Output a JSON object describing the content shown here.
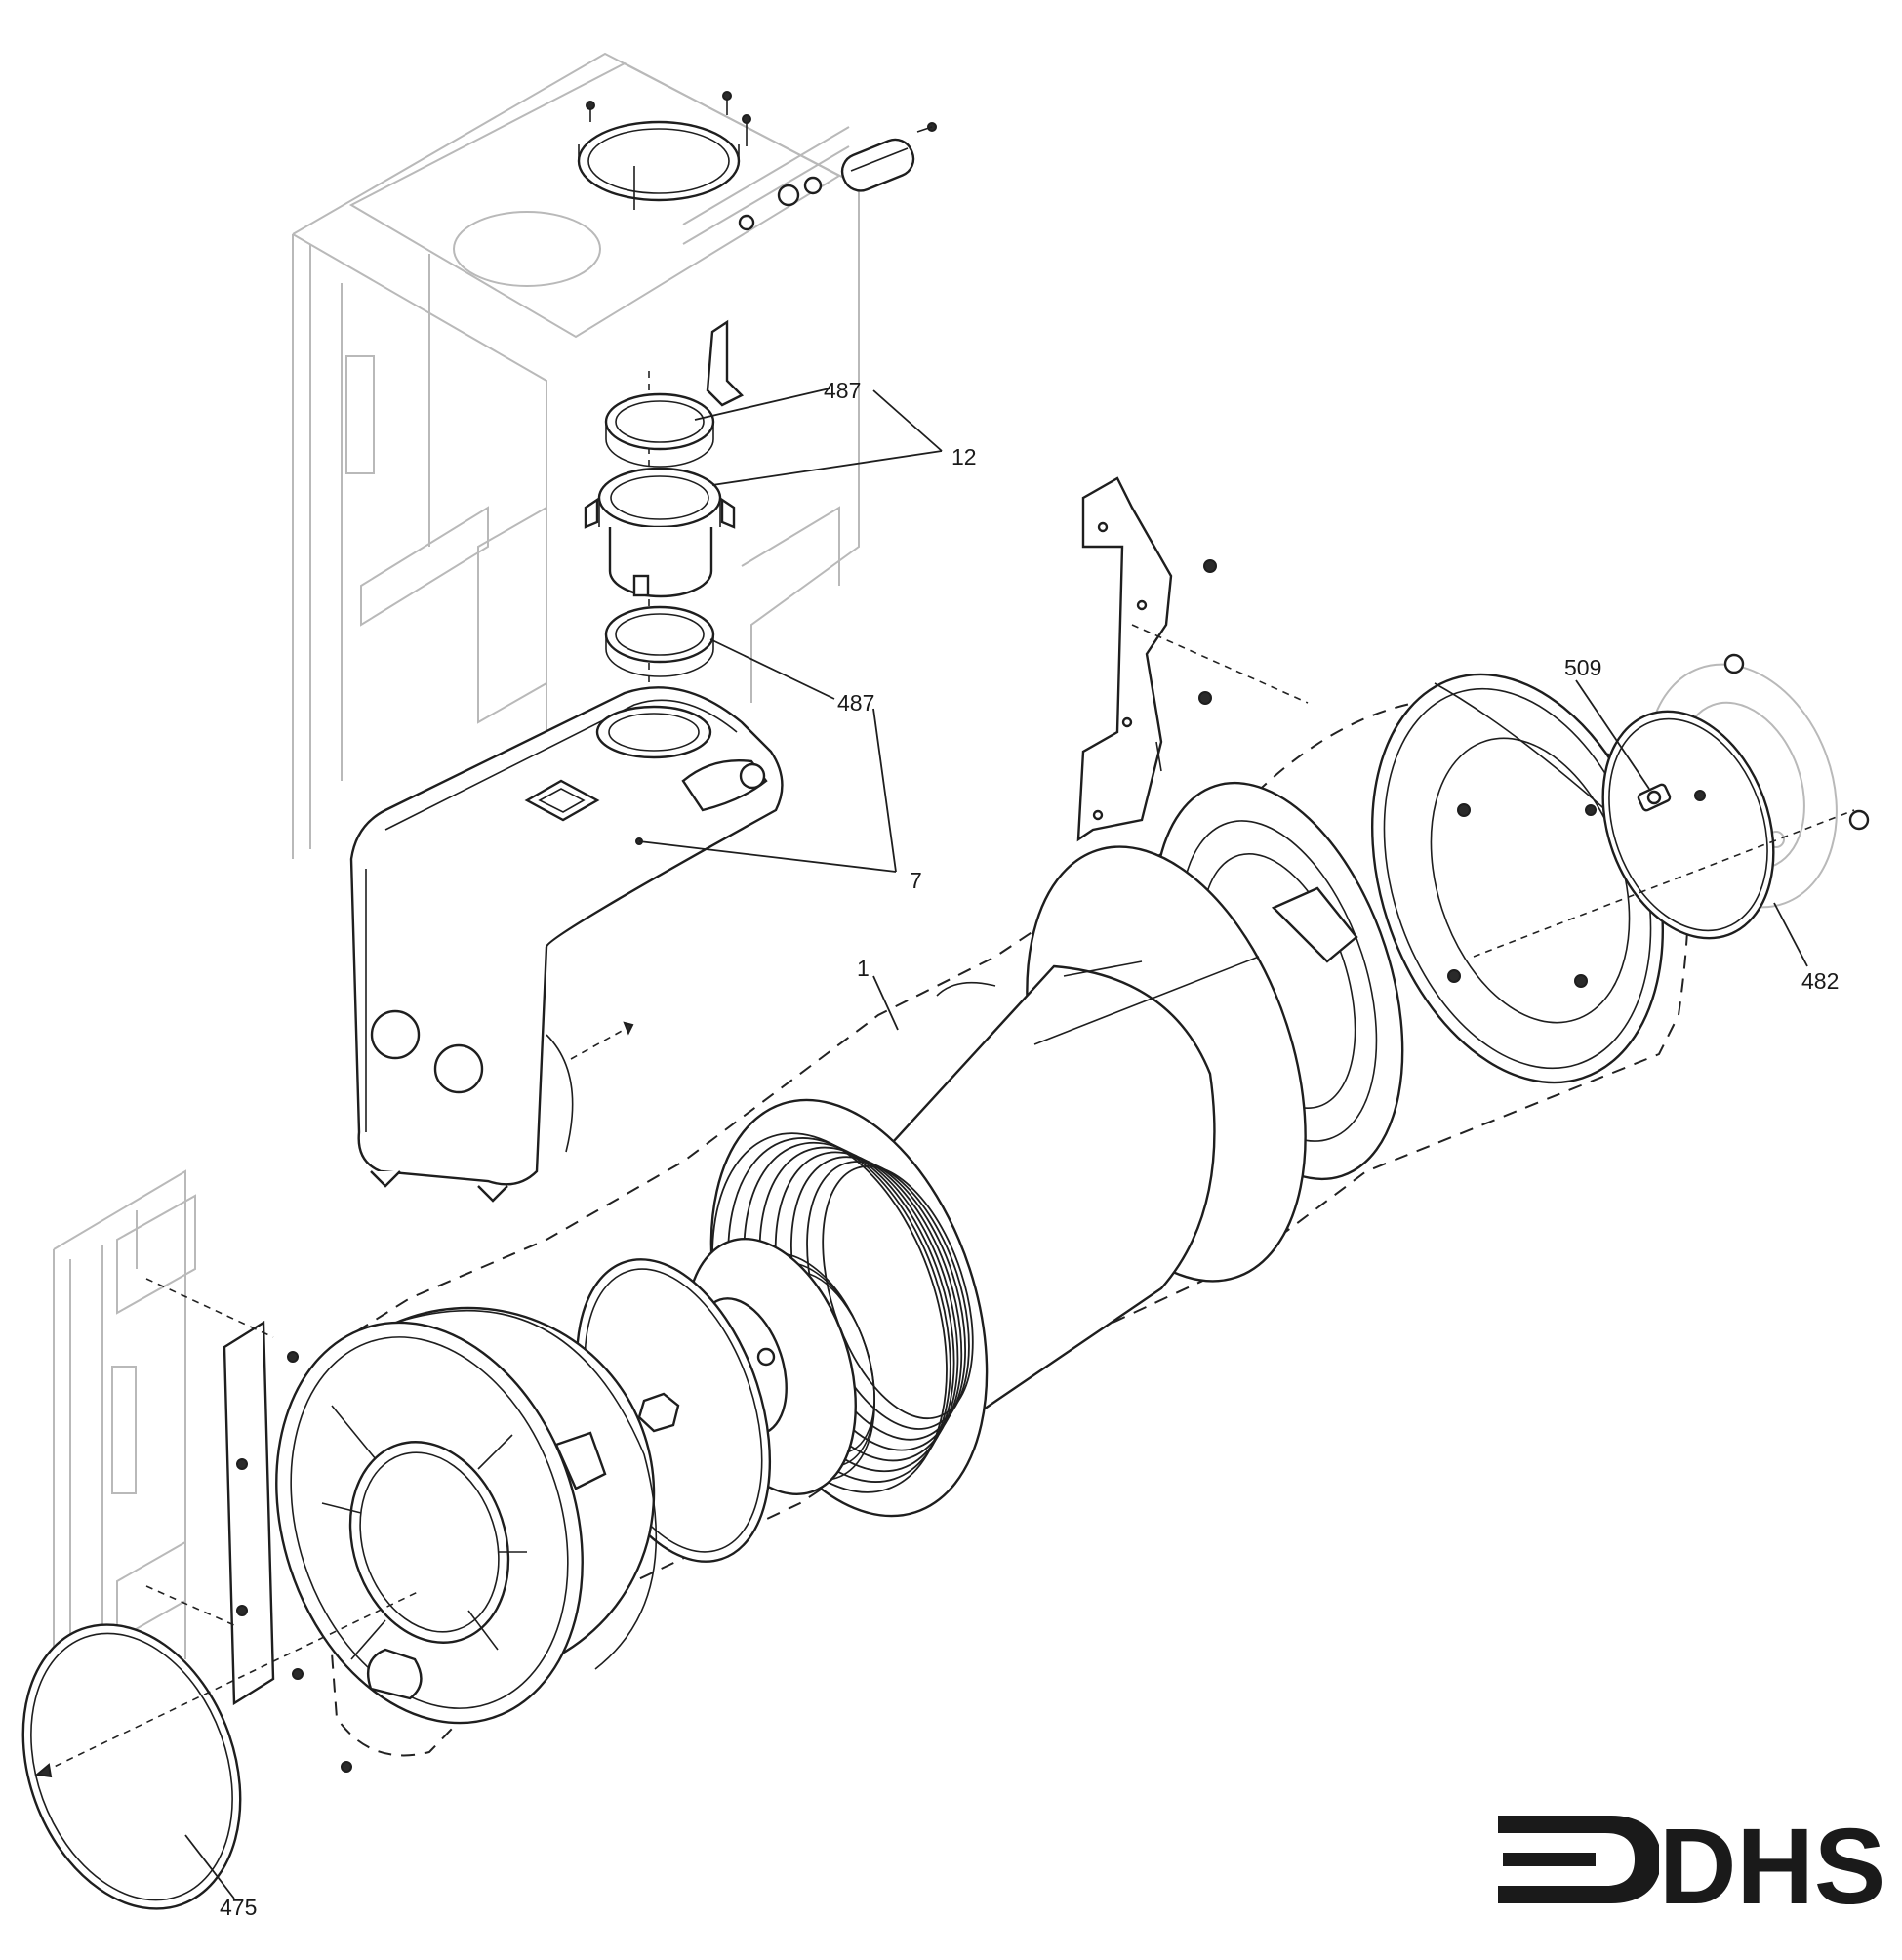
{
  "labels": {
    "p487_top": "487",
    "p12": "12",
    "p487_mid": "487",
    "p7": "7",
    "p1": "1",
    "p509": "509",
    "p482": "482",
    "p475": "475"
  },
  "logo": {
    "text": "DHS",
    "color": "#1a1a1a"
  },
  "colors": {
    "line": "#1e1e1e",
    "ghost": "#b9b9b9",
    "background": "#ffffff"
  }
}
